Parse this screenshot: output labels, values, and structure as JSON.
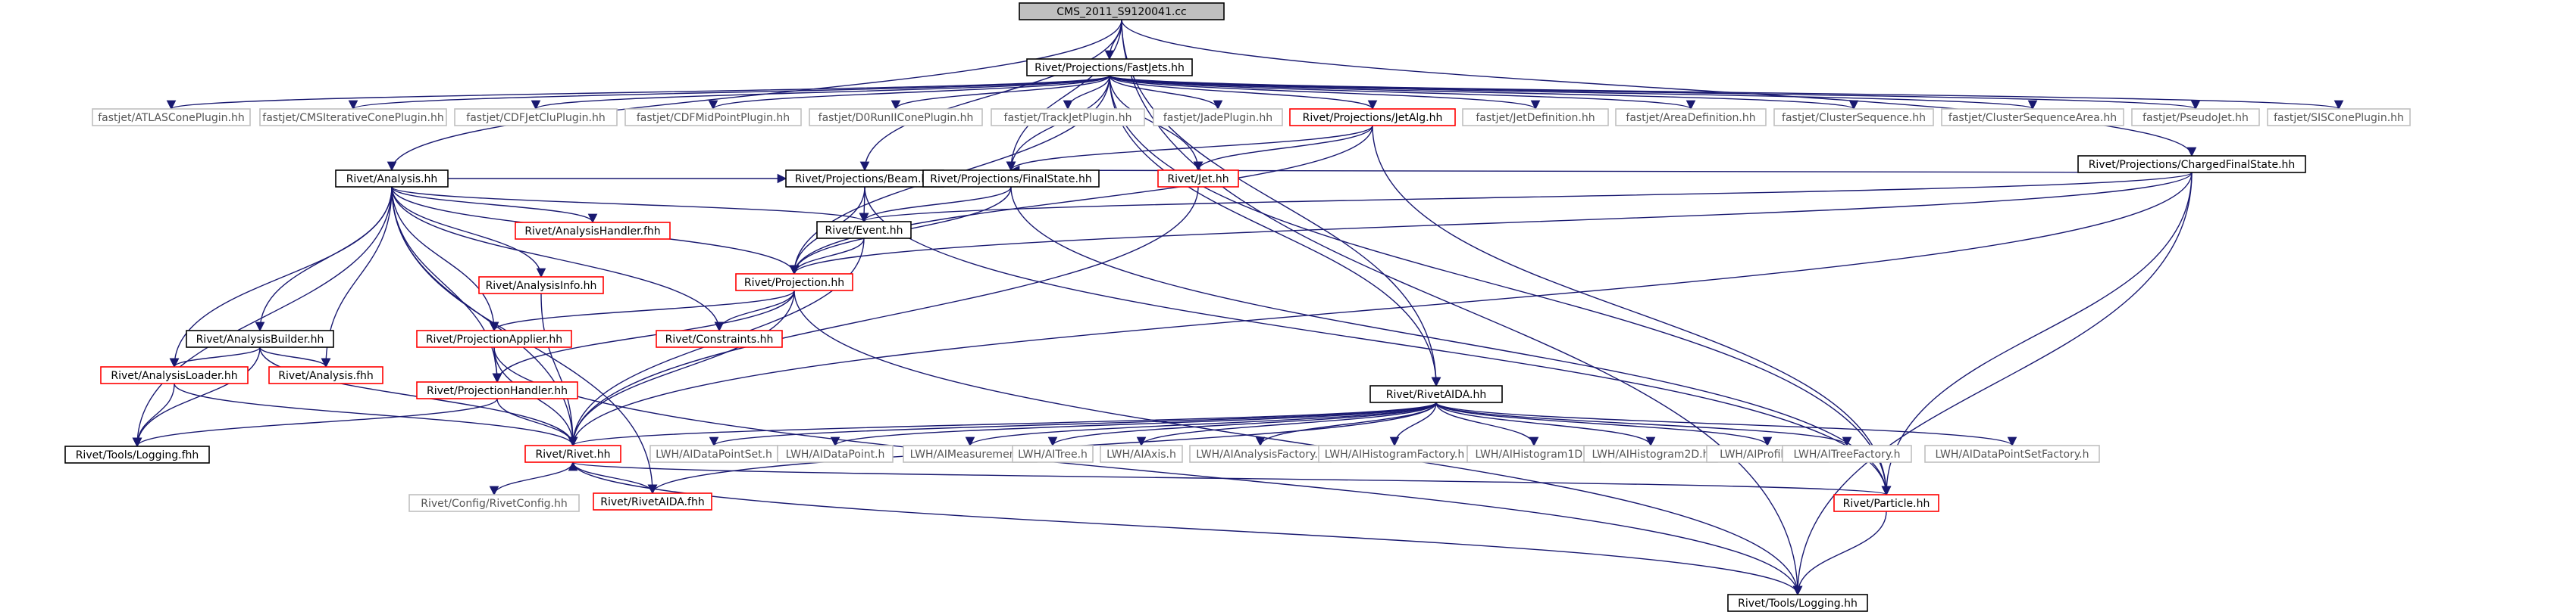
{
  "colors": {
    "edge": "#191970",
    "root_fill": "#bfbfbf",
    "black_border": "#000000",
    "red_border": "#ff0000",
    "gray_border": "#bfbfbf",
    "text": "#000000",
    "gray_text": "#555555"
  },
  "nodes": [
    {
      "id": "root",
      "label": "CMS_2011_S9120041.cc",
      "style": "root"
    },
    {
      "id": "fastjets",
      "label": "Rivet/Projections/FastJets.hh",
      "style": "black"
    },
    {
      "id": "atlascone",
      "label": "fastjet/ATLASConePlugin.hh",
      "style": "gray"
    },
    {
      "id": "cmsiter",
      "label": "fastjet/CMSIterativeConePlugin.hh",
      "style": "gray"
    },
    {
      "id": "cdfjetclu",
      "label": "fastjet/CDFJetCluPlugin.hh",
      "style": "gray"
    },
    {
      "id": "cdfmid",
      "label": "fastjet/CDFMidPointPlugin.hh",
      "style": "gray"
    },
    {
      "id": "d0run",
      "label": "fastjet/D0RunIIConePlugin.hh",
      "style": "gray"
    },
    {
      "id": "trackjet",
      "label": "fastjet/TrackJetPlugin.hh",
      "style": "gray"
    },
    {
      "id": "jade",
      "label": "fastjet/JadePlugin.hh",
      "style": "gray"
    },
    {
      "id": "jetalg",
      "label": "Rivet/Projections/JetAlg.hh",
      "style": "red"
    },
    {
      "id": "jetdef",
      "label": "fastjet/JetDefinition.hh",
      "style": "gray"
    },
    {
      "id": "areadef",
      "label": "fastjet/AreaDefinition.hh",
      "style": "gray"
    },
    {
      "id": "clusterseq",
      "label": "fastjet/ClusterSequence.hh",
      "style": "gray"
    },
    {
      "id": "clusterseqarea",
      "label": "fastjet/ClusterSequenceArea.hh",
      "style": "gray"
    },
    {
      "id": "pseudojet",
      "label": "fastjet/PseudoJet.hh",
      "style": "gray"
    },
    {
      "id": "siscone",
      "label": "fastjet/SISConePlugin.hh",
      "style": "gray"
    },
    {
      "id": "chargedfs",
      "label": "Rivet/Projections/ChargedFinalState.hh",
      "style": "black"
    },
    {
      "id": "analysis",
      "label": "Rivet/Analysis.hh",
      "style": "black"
    },
    {
      "id": "beam",
      "label": "Rivet/Projections/Beam.hh",
      "style": "black"
    },
    {
      "id": "finalstate",
      "label": "Rivet/Projections/FinalState.hh",
      "style": "black"
    },
    {
      "id": "jet",
      "label": "Rivet/Jet.hh",
      "style": "red"
    },
    {
      "id": "analysishandler",
      "label": "Rivet/AnalysisHandler.fhh",
      "style": "red"
    },
    {
      "id": "event",
      "label": "Rivet/Event.hh",
      "style": "black"
    },
    {
      "id": "analysisinfo",
      "label": "Rivet/AnalysisInfo.hh",
      "style": "red"
    },
    {
      "id": "projection",
      "label": "Rivet/Projection.hh",
      "style": "red"
    },
    {
      "id": "analysisbuilder",
      "label": "Rivet/AnalysisBuilder.hh",
      "style": "black"
    },
    {
      "id": "projapplier",
      "label": "Rivet/ProjectionApplier.hh",
      "style": "red"
    },
    {
      "id": "constraints",
      "label": "Rivet/Constraints.hh",
      "style": "red"
    },
    {
      "id": "analysisloader",
      "label": "Rivet/AnalysisLoader.hh",
      "style": "red"
    },
    {
      "id": "analysisfhh",
      "label": "Rivet/Analysis.fhh",
      "style": "red"
    },
    {
      "id": "projhandler",
      "label": "Rivet/ProjectionHandler.hh",
      "style": "red"
    },
    {
      "id": "rivetaida",
      "label": "Rivet/RivetAIDA.hh",
      "style": "black"
    },
    {
      "id": "loggingfhh",
      "label": "Rivet/Tools/Logging.fhh",
      "style": "black"
    },
    {
      "id": "rivethh",
      "label": "Rivet/Rivet.hh",
      "style": "red"
    },
    {
      "id": "aidadps",
      "label": "LWH/AIDataPointSet.h",
      "style": "gray"
    },
    {
      "id": "aidadp",
      "label": "LWH/AIDataPoint.h",
      "style": "gray"
    },
    {
      "id": "aimeas",
      "label": "LWH/AIMeasurement.h",
      "style": "gray"
    },
    {
      "id": "aitree",
      "label": "LWH/AITree.h",
      "style": "gray"
    },
    {
      "id": "aiaxis",
      "label": "LWH/AIAxis.h",
      "style": "gray"
    },
    {
      "id": "aianalysisfactory",
      "label": "LWH/AIAnalysisFactory.h",
      "style": "gray"
    },
    {
      "id": "aihistfactory",
      "label": "LWH/AIHistogramFactory.h",
      "style": "gray"
    },
    {
      "id": "aihist1d",
      "label": "LWH/AIHistogram1D.h",
      "style": "gray"
    },
    {
      "id": "aihist2d",
      "label": "LWH/AIHistogram2D.h",
      "style": "gray"
    },
    {
      "id": "aiprofile1d",
      "label": "LWH/AIProfile1D.h",
      "style": "gray"
    },
    {
      "id": "aitreefactory",
      "label": "LWH/AITreeFactory.h",
      "style": "gray"
    },
    {
      "id": "aidpsfactory",
      "label": "LWH/AIDataPointSetFactory.h",
      "style": "gray"
    },
    {
      "id": "rivetconfig",
      "label": "Rivet/Config/RivetConfig.hh",
      "style": "gray"
    },
    {
      "id": "rivetaidafhh",
      "label": "Rivet/RivetAIDA.fhh",
      "style": "red"
    },
    {
      "id": "particle",
      "label": "Rivet/Particle.hh",
      "style": "red"
    },
    {
      "id": "logginghh",
      "label": "Rivet/Tools/Logging.hh",
      "style": "black"
    }
  ],
  "edges": [
    [
      "root",
      "fastjets"
    ],
    [
      "root",
      "analysis"
    ],
    [
      "root",
      "chargedfs"
    ],
    [
      "root",
      "rivetaida"
    ],
    [
      "root",
      "logginghh"
    ],
    [
      "root",
      "finalstate"
    ],
    [
      "root",
      "beam"
    ],
    [
      "fastjets",
      "atlascone"
    ],
    [
      "fastjets",
      "cmsiter"
    ],
    [
      "fastjets",
      "cdfjetclu"
    ],
    [
      "fastjets",
      "cdfmid"
    ],
    [
      "fastjets",
      "d0run"
    ],
    [
      "fastjets",
      "trackjet"
    ],
    [
      "fastjets",
      "jade"
    ],
    [
      "fastjets",
      "jetalg"
    ],
    [
      "fastjets",
      "jetdef"
    ],
    [
      "fastjets",
      "areadef"
    ],
    [
      "fastjets",
      "clusterseq"
    ],
    [
      "fastjets",
      "clusterseqarea"
    ],
    [
      "fastjets",
      "pseudojet"
    ],
    [
      "fastjets",
      "siscone"
    ],
    [
      "fastjets",
      "finalstate"
    ],
    [
      "fastjets",
      "projection"
    ],
    [
      "fastjets",
      "jet"
    ],
    [
      "fastjets",
      "particle"
    ],
    [
      "fastjets",
      "rivetaida"
    ],
    [
      "jetalg",
      "jet"
    ],
    [
      "jetalg",
      "finalstate"
    ],
    [
      "jetalg",
      "projection"
    ],
    [
      "jetalg",
      "particle"
    ],
    [
      "chargedfs",
      "finalstate"
    ],
    [
      "chargedfs",
      "event"
    ],
    [
      "chargedfs",
      "projection"
    ],
    [
      "chargedfs",
      "particle"
    ],
    [
      "chargedfs",
      "rivethh"
    ],
    [
      "chargedfs",
      "logginghh"
    ],
    [
      "analysis",
      "beam"
    ],
    [
      "analysis",
      "analysishandler"
    ],
    [
      "analysis",
      "event"
    ],
    [
      "analysis",
      "analysisinfo"
    ],
    [
      "analysis",
      "projection"
    ],
    [
      "analysis",
      "constraints"
    ],
    [
      "analysis",
      "analysisbuilder"
    ],
    [
      "analysis",
      "projapplier"
    ],
    [
      "analysis",
      "analysisloader"
    ],
    [
      "analysis",
      "analysisfhh"
    ],
    [
      "analysis",
      "projhandler"
    ],
    [
      "analysis",
      "loggingfhh"
    ],
    [
      "analysis",
      "rivethh"
    ],
    [
      "analysis",
      "rivetaidafhh"
    ],
    [
      "beam",
      "event"
    ],
    [
      "beam",
      "projection"
    ],
    [
      "beam",
      "particle"
    ],
    [
      "finalstate",
      "event"
    ],
    [
      "finalstate",
      "projection"
    ],
    [
      "finalstate",
      "particle"
    ],
    [
      "jet",
      "rivethh"
    ],
    [
      "event",
      "projection"
    ],
    [
      "event",
      "rivethh"
    ],
    [
      "analysisinfo",
      "rivethh"
    ],
    [
      "projection",
      "projapplier"
    ],
    [
      "projection",
      "constraints"
    ],
    [
      "projection",
      "projhandler"
    ],
    [
      "projection",
      "rivethh"
    ],
    [
      "projection",
      "logginghh"
    ],
    [
      "analysisbuilder",
      "analysisloader"
    ],
    [
      "analysisbuilder",
      "analysisfhh"
    ],
    [
      "analysisbuilder",
      "loggingfhh"
    ],
    [
      "analysisbuilder",
      "rivethh"
    ],
    [
      "projapplier",
      "projhandler"
    ],
    [
      "projapplier",
      "rivethh"
    ],
    [
      "projapplier",
      "logginghh"
    ],
    [
      "analysisloader",
      "loggingfhh"
    ],
    [
      "analysisloader",
      "rivethh"
    ],
    [
      "projhandler",
      "loggingfhh"
    ],
    [
      "projhandler",
      "rivethh"
    ],
    [
      "rivetaida",
      "rivethh"
    ],
    [
      "rivetaida",
      "aidadps"
    ],
    [
      "rivetaida",
      "aidadp"
    ],
    [
      "rivetaida",
      "aimeas"
    ],
    [
      "rivetaida",
      "aitree"
    ],
    [
      "rivetaida",
      "aiaxis"
    ],
    [
      "rivetaida",
      "aianalysisfactory"
    ],
    [
      "rivetaida",
      "aihistfactory"
    ],
    [
      "rivetaida",
      "aihist1d"
    ],
    [
      "rivetaida",
      "aihist2d"
    ],
    [
      "rivetaida",
      "aiprofile1d"
    ],
    [
      "rivetaida",
      "aitreefactory"
    ],
    [
      "rivetaida",
      "aidpsfactory"
    ],
    [
      "rivetaida",
      "rivetaidafhh"
    ],
    [
      "rivethh",
      "rivetconfig"
    ],
    [
      "rivethh",
      "rivetaidafhh"
    ],
    [
      "rivethh",
      "particle"
    ],
    [
      "particle",
      "logginghh"
    ],
    [
      "logginghh",
      "rivethh"
    ]
  ]
}
